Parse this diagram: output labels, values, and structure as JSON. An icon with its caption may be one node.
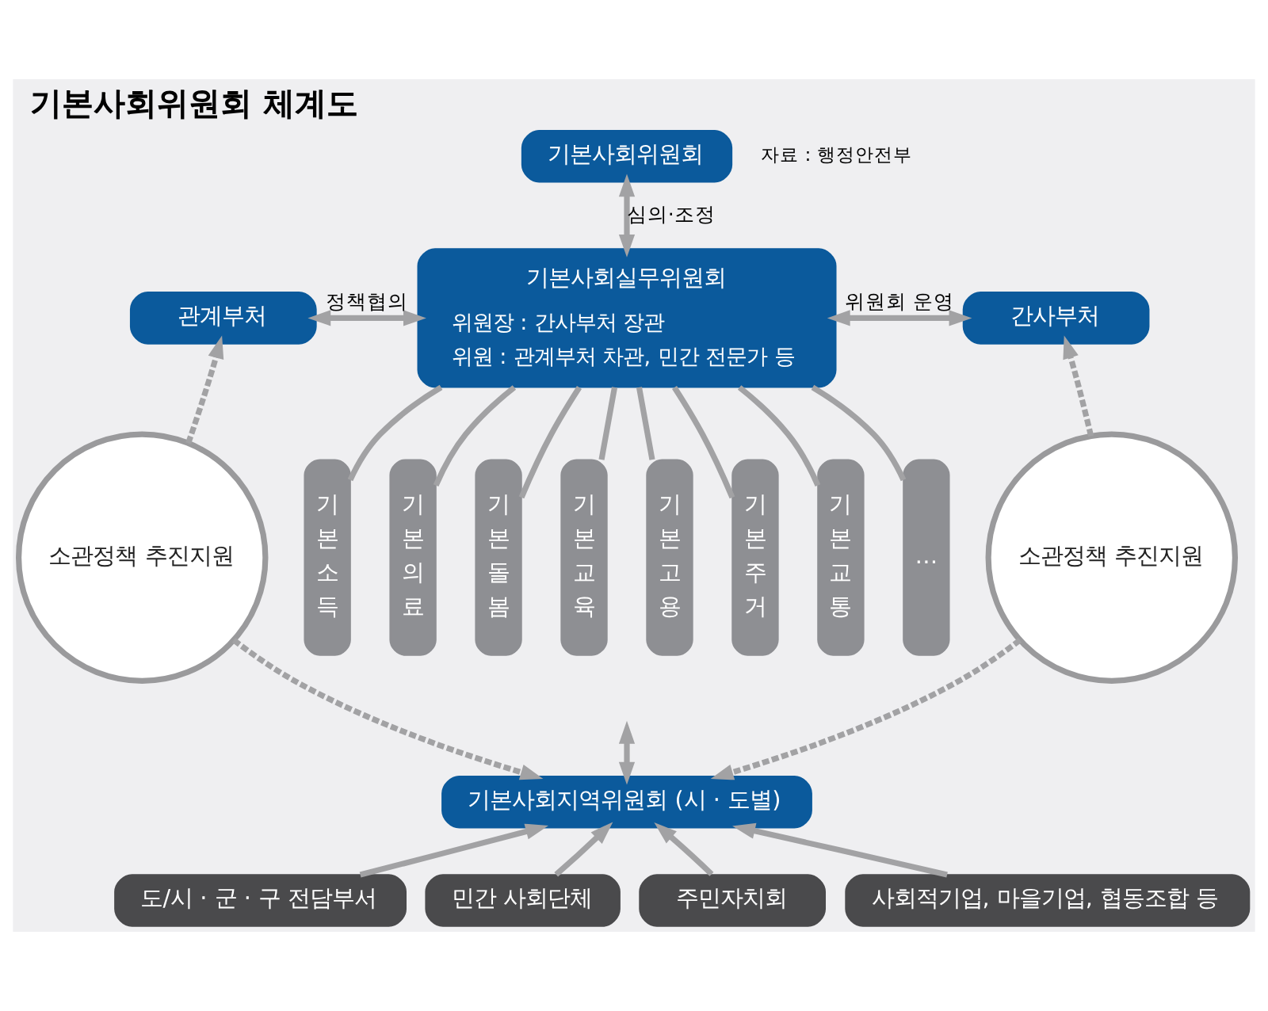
{
  "diagram": {
    "title": "기본사회위원회 체계도",
    "nodes": [
      {
        "text": [
          "기본사회위원회"
        ]
      },
      {
        "text": [
          "기본사회실무위원회",
          "위원장 : 간사부처 장관",
          "위원 : 관계부처 차관, 민간 전문가 등"
        ]
      },
      {
        "text": [
          "관계부처"
        ]
      },
      {
        "text": [
          "간사부처"
        ]
      },
      {
        "text": [
          "기본소득"
        ]
      },
      {
        "text": [
          "기본의료"
        ]
      },
      {
        "text": [
          "기본돌봄"
        ]
      },
      {
        "text": [
          "기본교육"
        ]
      },
      {
        "text": [
          "기본고용"
        ]
      },
      {
        "text": [
          "기본주거"
        ]
      },
      {
        "text": [
          "기본교통"
        ]
      },
      {
        "text": [
          "…"
        ]
      },
      {
        "text": [
          "소관정책 추진지원"
        ]
      },
      {
        "text": [
          "소관정책 추진지원"
        ]
      },
      {
        "text": [
          "기본사회지역위원회 (시 · 도별)"
        ]
      },
      {
        "text": [
          "도/시 · 군 · 구 전담부서"
        ]
      },
      {
        "text": [
          "민간 사회단체"
        ]
      },
      {
        "text": [
          "주민자치회"
        ]
      },
      {
        "text": [
          "사회적기업, 마을기업, 협동조합 등"
        ]
      }
    ],
    "edges": [
      {
        "from": 0,
        "to": 1,
        "arrow": "both",
        "label": "심의·조정"
      },
      {
        "from": 2,
        "to": 1,
        "arrow": "both",
        "label": "정책협의"
      },
      {
        "from": 1,
        "to": 3,
        "arrow": "both",
        "label": "위원회 운영"
      },
      {
        "from": 1,
        "to": 4,
        "arrow": "none"
      },
      {
        "from": 1,
        "to": 5,
        "arrow": "none"
      },
      {
        "from": 1,
        "to": 6,
        "arrow": "none"
      },
      {
        "from": 1,
        "to": 7,
        "arrow": "none"
      },
      {
        "from": 1,
        "to": 8,
        "arrow": "none"
      },
      {
        "from": 1,
        "to": 9,
        "arrow": "none"
      },
      {
        "from": 1,
        "to": 10,
        "arrow": "none"
      },
      {
        "from": 1,
        "to": 11,
        "arrow": "none"
      },
      {
        "from": null,
        "to": 14,
        "arrow": "both"
      },
      {
        "from": 12,
        "to": 2,
        "arrow": "to",
        "style": "dashed"
      },
      {
        "from": 12,
        "to": 14,
        "arrow": "to",
        "style": "dashed"
      },
      {
        "from": 13,
        "to": 3,
        "arrow": "to",
        "style": "dashed"
      },
      {
        "from": 13,
        "to": 14,
        "arrow": "to",
        "style": "dashed"
      },
      {
        "from": 15,
        "to": 14,
        "arrow": "to"
      },
      {
        "from": 16,
        "to": 14,
        "arrow": "to"
      },
      {
        "from": 17,
        "to": 14,
        "arrow": "to"
      },
      {
        "from": 18,
        "to": 14,
        "arrow": "to"
      }
    ],
    "labels": [
      "자료 : 행정안전부"
    ]
  }
}
